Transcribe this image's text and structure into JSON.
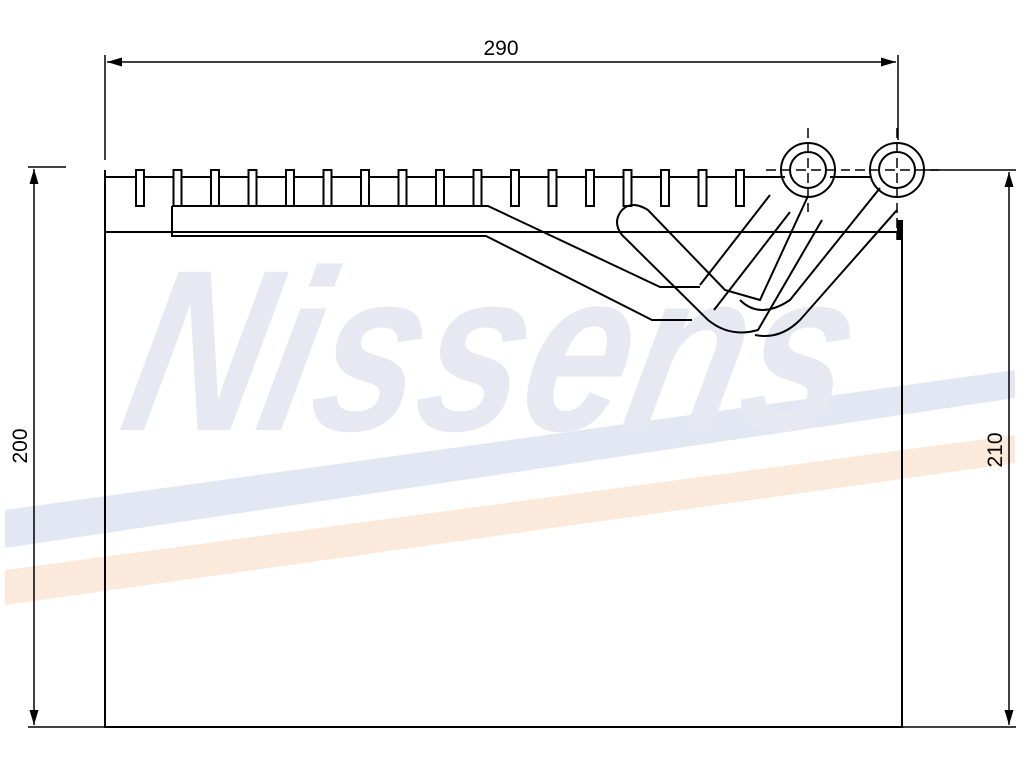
{
  "dimensions": {
    "width_label": "290",
    "left_height_label": "200",
    "right_height_label": "210"
  },
  "watermark": {
    "text": "Nissens",
    "text_color": "#e6e9f2",
    "stripe_blue": "#e3e7f3",
    "stripe_orange": "#fbe9dc"
  },
  "colors": {
    "line": "#000000",
    "background": "#ffffff"
  }
}
